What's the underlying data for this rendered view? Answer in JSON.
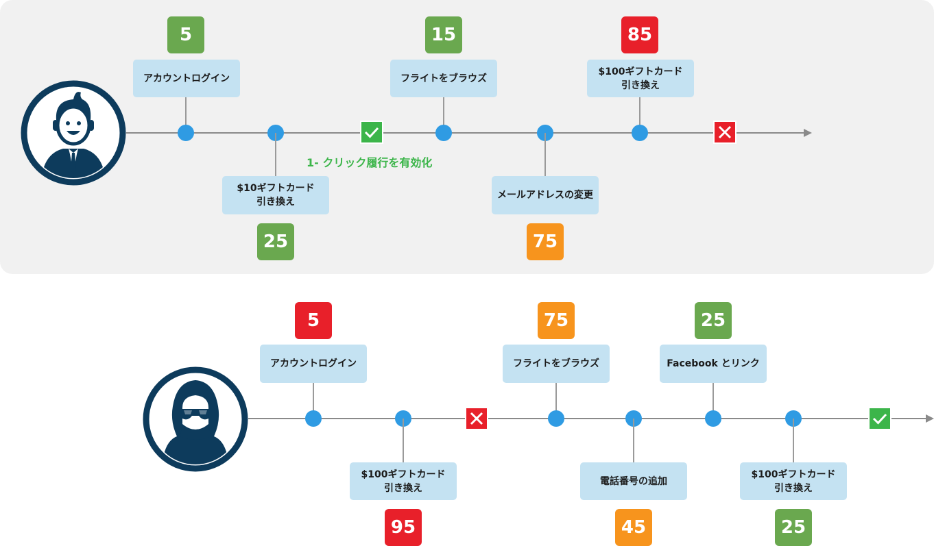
{
  "colors": {
    "good": "#6aa84f",
    "bad": "#e8202a",
    "warn": "#f7941d",
    "node": "#2f9be3",
    "label_bg": "#c4e2f2",
    "note": "#3cb54a",
    "avatar": "#0d3b5c"
  },
  "legit_user": {
    "avatar_icon": "businessman-icon",
    "steps": [
      {
        "label_line1": "アカウントログイン",
        "label_line2": "",
        "score": "5",
        "level": "green"
      },
      {
        "label_line1": "$10ギフトカード",
        "label_line2": "引き換え",
        "score": "25",
        "level": "green"
      },
      {
        "label_line1": "フライトをブラウズ",
        "label_line2": "",
        "score": "15",
        "level": "green"
      },
      {
        "label_line1": "メールアドレスの変更",
        "label_line2": "",
        "score": "75",
        "level": "orange"
      },
      {
        "label_line1": "$100ギフトカード",
        "label_line2": "引き換え",
        "score": "85",
        "level": "red"
      }
    ],
    "check_icon": "check-icon",
    "check_note": "1- クリック履行を有効化",
    "end_icon": "x-icon"
  },
  "fraud_user": {
    "avatar_icon": "hooded-hacker-icon",
    "steps": [
      {
        "label_line1": "アカウントログイン",
        "label_line2": "",
        "score": "5",
        "level": "red"
      },
      {
        "label_line1": "$100ギフトカード",
        "label_line2": "引き換え",
        "score": "95",
        "level": "red"
      },
      {
        "label_line1": "フライトをブラウズ",
        "label_line2": "",
        "score": "75",
        "level": "orange"
      },
      {
        "label_line1": "電話番号の追加",
        "label_line2": "",
        "score": "45",
        "level": "orange"
      },
      {
        "label_line1": "Facebook とリンク",
        "label_line2": "",
        "score": "25",
        "level": "green"
      },
      {
        "label_line1": "$100ギフトカード",
        "label_line2": "引き換え",
        "score": "25",
        "level": "green"
      }
    ],
    "x_icon": "x-icon",
    "end_icon": "check-icon"
  }
}
